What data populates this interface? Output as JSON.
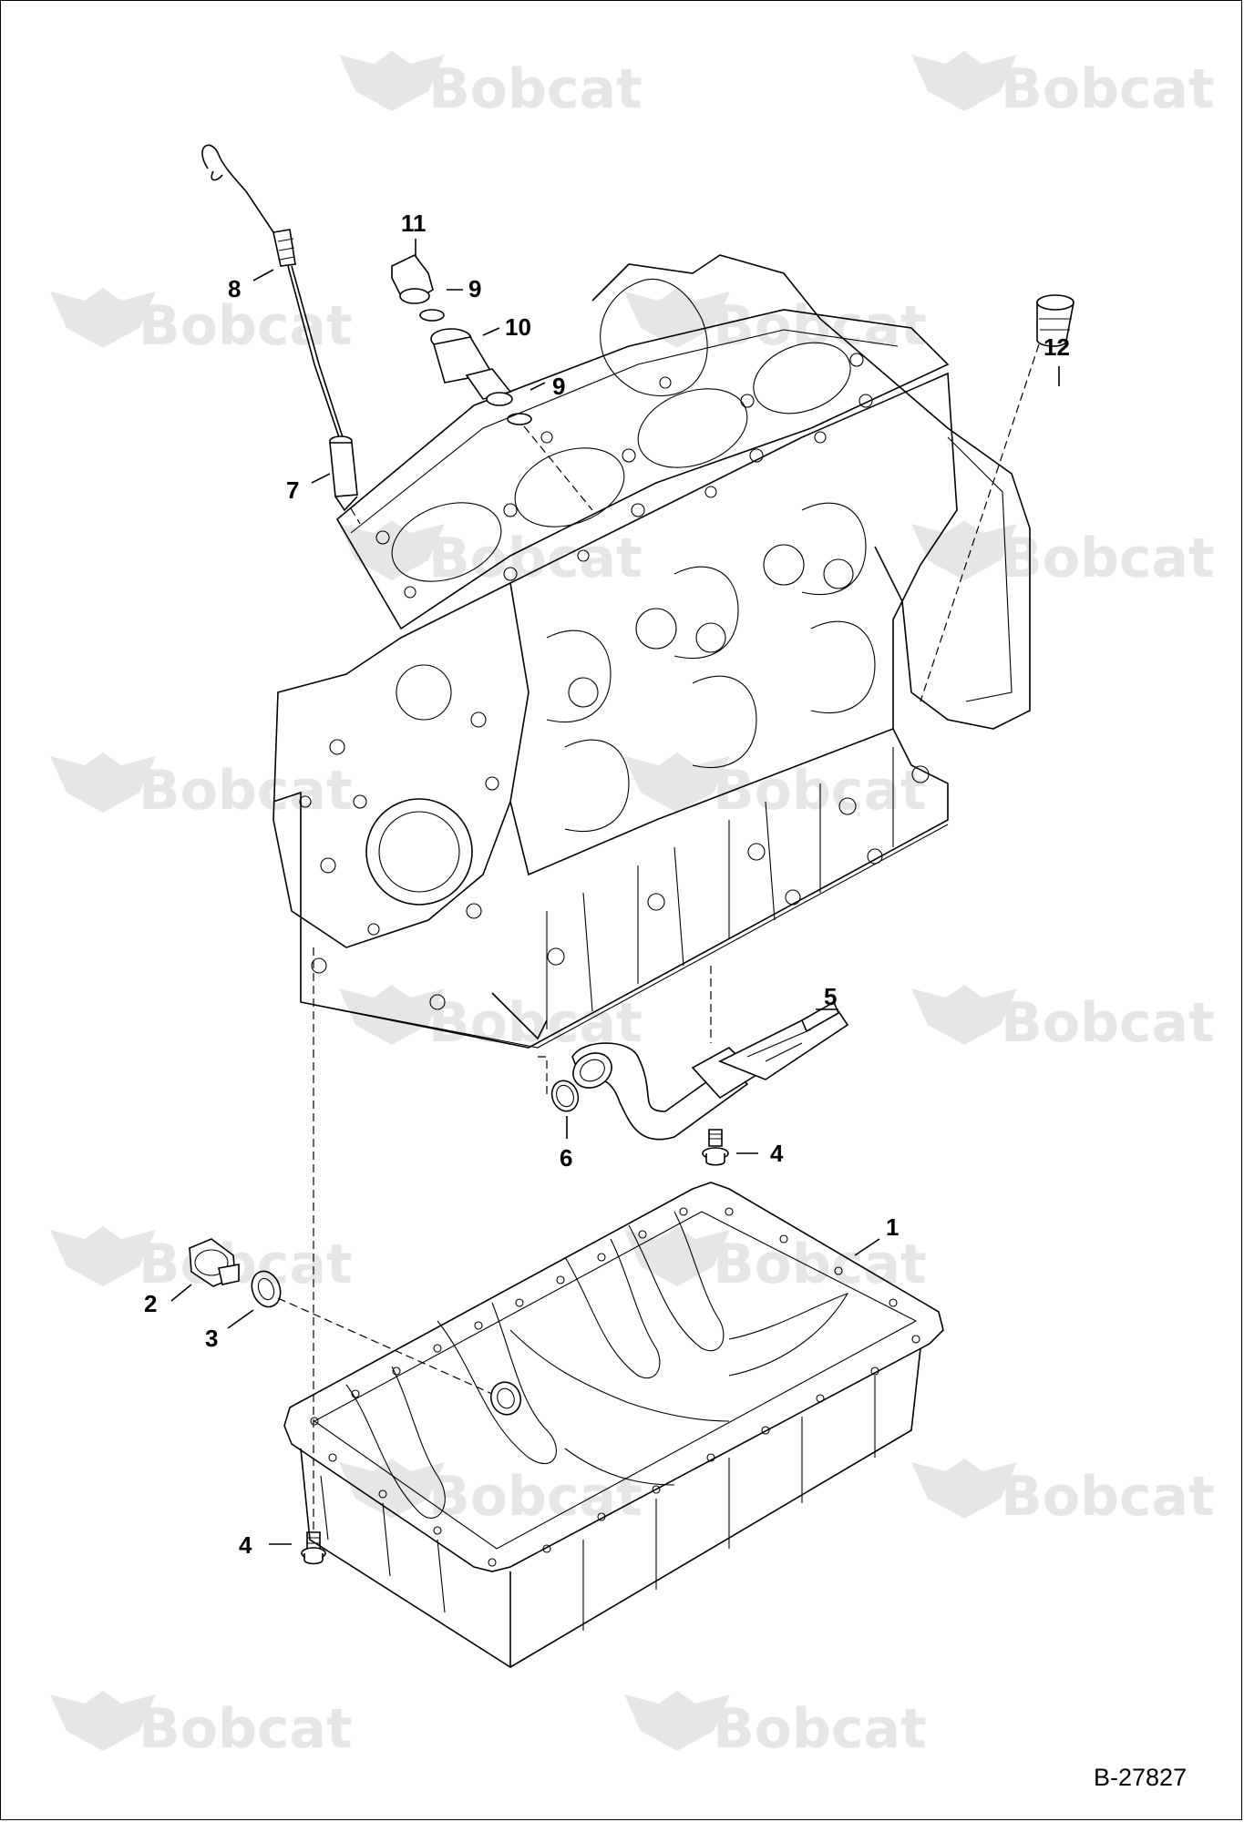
{
  "diagram": {
    "reference_code": "B-27827",
    "watermark_text": "Bobcat",
    "callouts": [
      {
        "id": "c1",
        "label": "1"
      },
      {
        "id": "c2",
        "label": "2"
      },
      {
        "id": "c3",
        "label": "3"
      },
      {
        "id": "c4a",
        "label": "4"
      },
      {
        "id": "c4b",
        "label": "4"
      },
      {
        "id": "c5",
        "label": "5"
      },
      {
        "id": "c6",
        "label": "6"
      },
      {
        "id": "c7",
        "label": "7"
      },
      {
        "id": "c8",
        "label": "8"
      },
      {
        "id": "c9a",
        "label": "9"
      },
      {
        "id": "c9b",
        "label": "9"
      },
      {
        "id": "c10",
        "label": "10"
      },
      {
        "id": "c11",
        "label": "11"
      },
      {
        "id": "c12",
        "label": "12"
      }
    ],
    "colors": {
      "line": "#000000",
      "watermark": "#e6e6e6",
      "background": "#ffffff"
    }
  }
}
